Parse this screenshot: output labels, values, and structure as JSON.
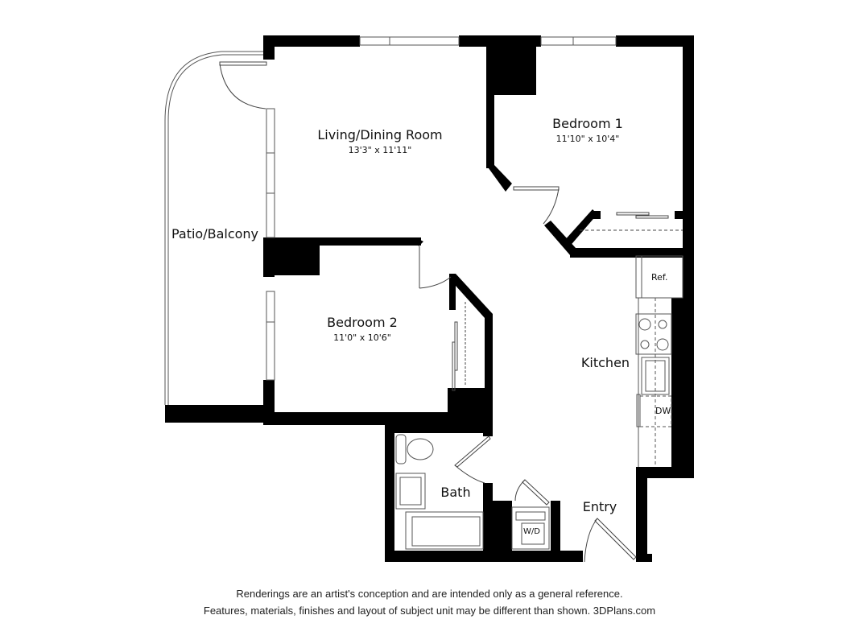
{
  "floorplan": {
    "rooms": [
      {
        "id": "living",
        "name": "Living/Dining Room",
        "dimensions": "13'3\" x 11'11\""
      },
      {
        "id": "bedroom1",
        "name": "Bedroom 1",
        "dimensions": "11'10\" x 10'4\""
      },
      {
        "id": "bedroom2",
        "name": "Bedroom 2",
        "dimensions": "11'0\" x 10'6\""
      },
      {
        "id": "patio",
        "name": "Patio/Balcony",
        "dimensions": ""
      },
      {
        "id": "kitchen",
        "name": "Kitchen",
        "dimensions": ""
      },
      {
        "id": "bath",
        "name": "Bath",
        "dimensions": ""
      },
      {
        "id": "entry",
        "name": "Entry",
        "dimensions": ""
      }
    ],
    "appliances": {
      "refrigerator": "Ref.",
      "dishwasher": "DW",
      "washer_dryer": "W/D"
    }
  },
  "disclaimer": {
    "line1": "Renderings are an artist's conception and are intended only as a general reference.",
    "line2": "Features, materials, finishes and layout of subject unit may be different than shown. 3DPlans.com"
  },
  "colors": {
    "wall": "#000000",
    "line": "#555555",
    "background": "#ffffff"
  }
}
